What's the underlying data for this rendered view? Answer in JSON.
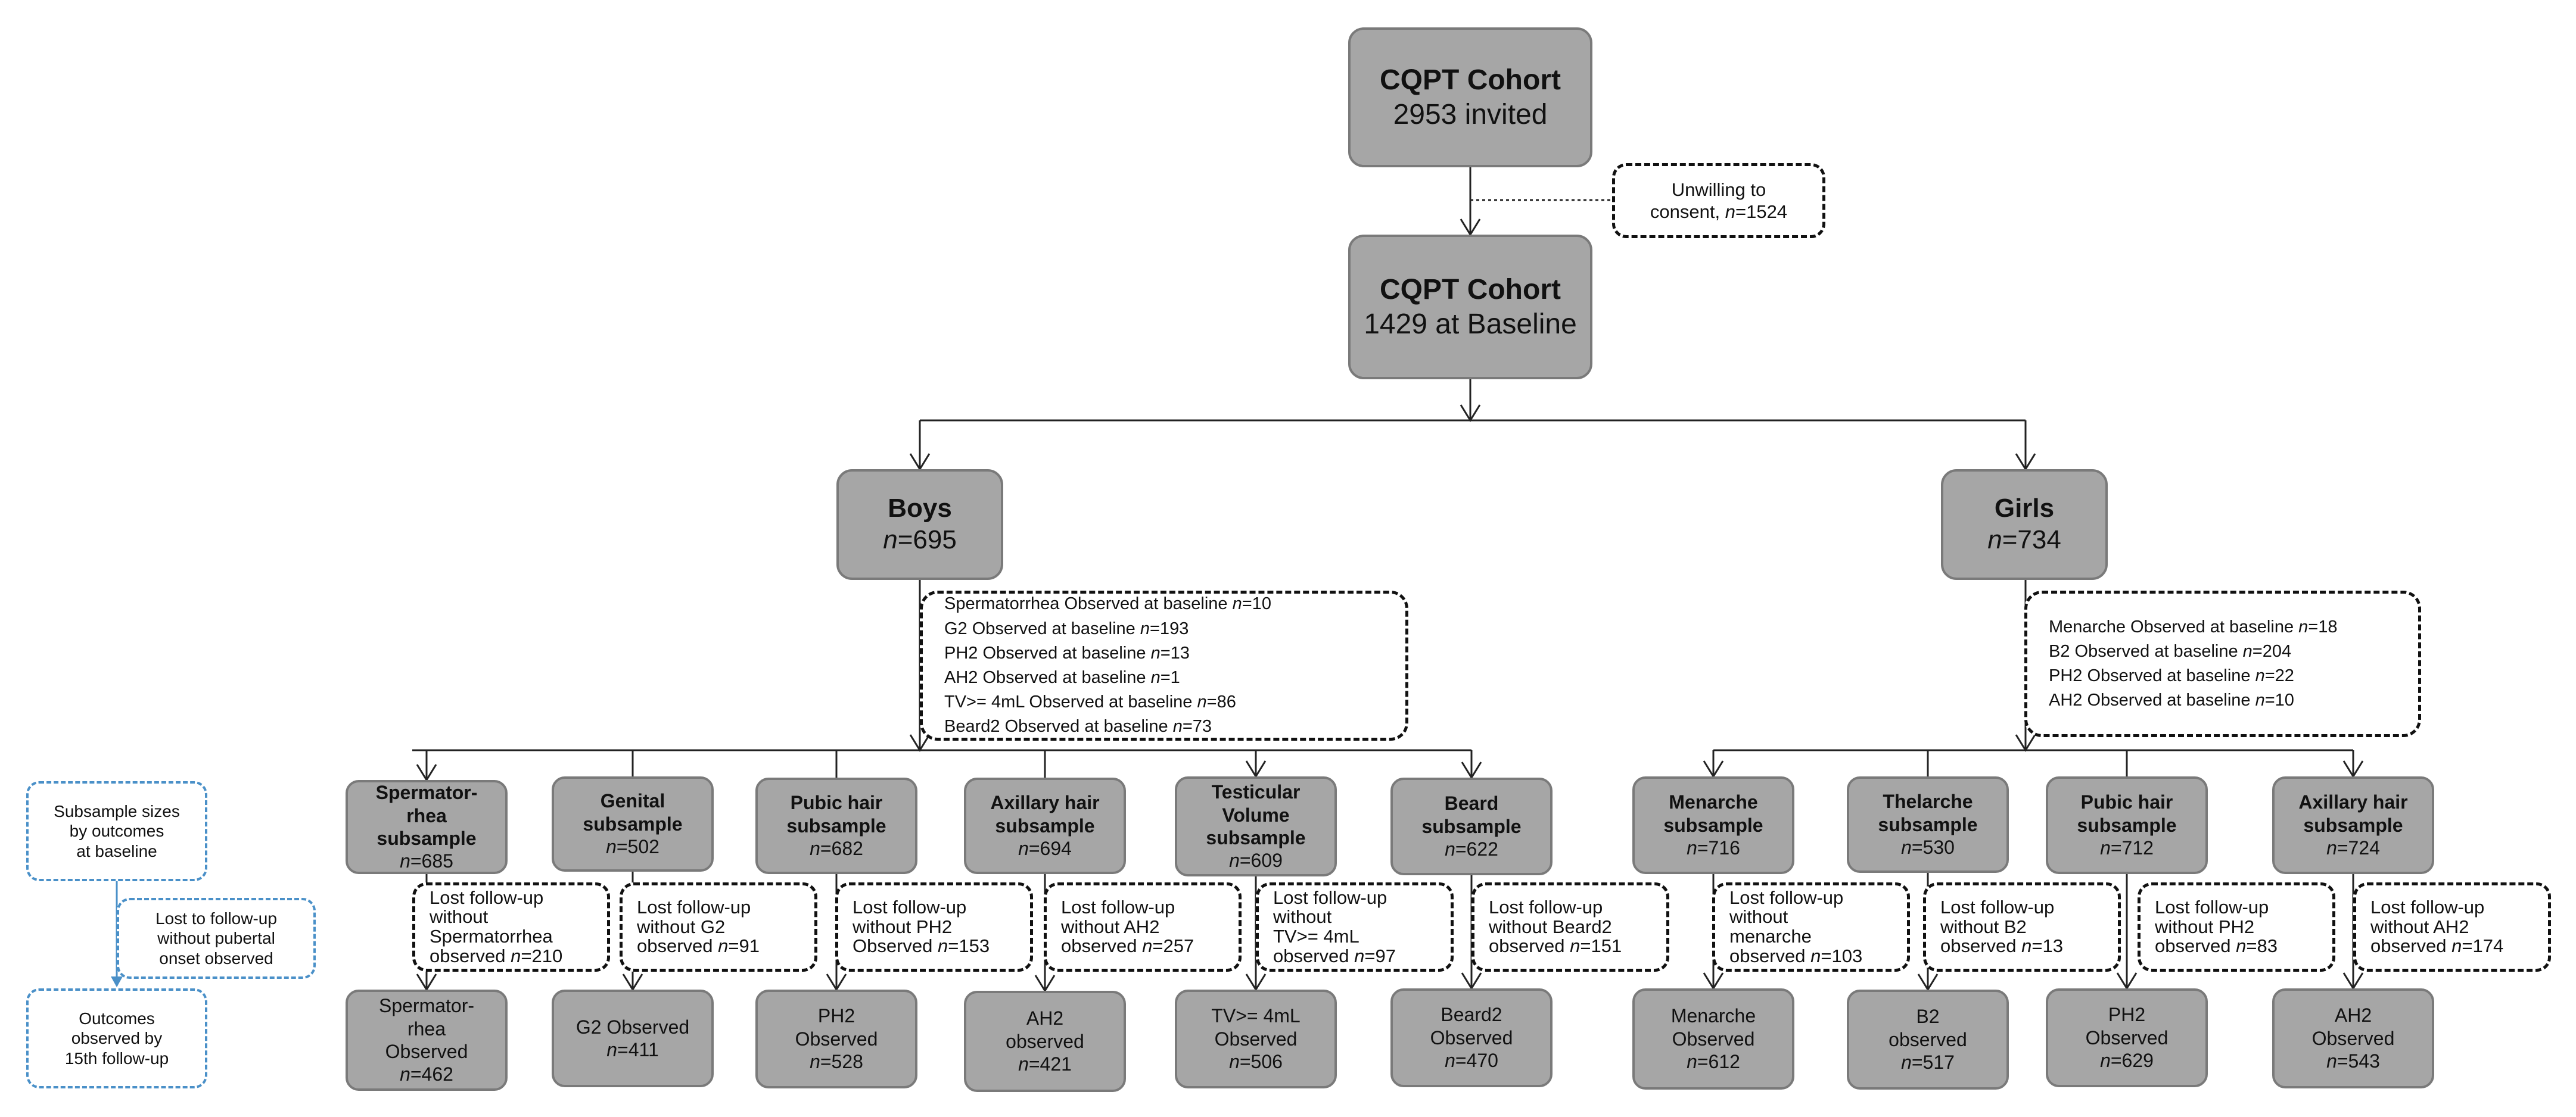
{
  "top_node": {
    "title": "CQPT Cohort",
    "subtitle": "2953 invited"
  },
  "unwilling": {
    "text": "Unwilling to\nconsent, ",
    "n_label": "n",
    "n_value": "=1524"
  },
  "baseline_node": {
    "title": "CQPT Cohort",
    "subtitle": "1429 at Baseline"
  },
  "boys": {
    "title": "Boys",
    "n_label": "n",
    "n_value": "=695"
  },
  "girls": {
    "title": "Girls",
    "n_label": "n",
    "n_value": "=734"
  },
  "boys_baseline": [
    {
      "text": "Spermatorrhea Observed at baseline ",
      "n_label": "n",
      "n_value": "=10"
    },
    {
      "text": "G2 Observed at baseline ",
      "n_label": "n",
      "n_value": "=193"
    },
    {
      "text": "PH2 Observed at baseline ",
      "n_label": "n",
      "n_value": "=13"
    },
    {
      "text": "AH2 Observed at baseline ",
      "n_label": "n",
      "n_value": "=1"
    },
    {
      "text": "TV>= 4mL Observed at baseline ",
      "n_label": "n",
      "n_value": "=86"
    },
    {
      "text": "Beard2 Observed at baseline ",
      "n_label": "n",
      "n_value": "=73"
    }
  ],
  "girls_baseline": [
    {
      "text": "Menarche Observed at baseline ",
      "n_label": "n",
      "n_value": "=18"
    },
    {
      "text": "B2 Observed at baseline ",
      "n_label": "n",
      "n_value": "=204"
    },
    {
      "text": "PH2 Observed at baseline ",
      "n_label": "n",
      "n_value": "=22"
    },
    {
      "text": "AH2 Observed at baseline ",
      "n_label": "n",
      "n_value": "=10"
    }
  ],
  "subsamples": [
    {
      "title": "Spermator-\nrhea\nsubsample",
      "n_label": "n",
      "n_value": "=685",
      "lost": "Lost follow-up\nwithout\nSpermatorrhea\nobserved  ",
      "lost_n_label": "n",
      "lost_n_value": "=210",
      "observed": "Spermator-\nrhea\nObserved",
      "obs_n_label": "n",
      "obs_n_value": "=462"
    },
    {
      "title": "Genital\nsubsample",
      "n_label": "n",
      "n_value": "=502",
      "lost": "Lost follow-up\nwithout G2\nobserved ",
      "lost_n_label": "n",
      "lost_n_value": "=91",
      "observed": "G2 Observed",
      "obs_n_label": "n",
      "obs_n_value": "=411"
    },
    {
      "title": "Pubic hair\nsubsample",
      "n_label": "n",
      "n_value": "=682",
      "lost": "Lost follow-up\nwithout PH2\nObserved ",
      "lost_n_label": "n",
      "lost_n_value": "=153",
      "observed": "PH2\nObserved",
      "obs_n_label": "n",
      "obs_n_value": "=528"
    },
    {
      "title": "Axillary hair\nsubsample",
      "n_label": "n",
      "n_value": "=694",
      "lost": "Lost follow-up\nwithout AH2\nobserved ",
      "lost_n_label": "n",
      "lost_n_value": "=257",
      "observed": "AH2\nobserved",
      "obs_n_label": "n",
      "obs_n_value": "=421"
    },
    {
      "title": "Testicular\nVolume\nsubsample",
      "n_label": "n",
      "n_value": "=609",
      "lost": "Lost follow-up\nwithout\nTV>= 4mL\nobserved ",
      "lost_n_label": "n",
      "lost_n_value": "=97",
      "observed": "TV>= 4mL\nObserved",
      "obs_n_label": "n",
      "obs_n_value": "=506"
    },
    {
      "title": "Beard\nsubsample",
      "n_label": "n",
      "n_value": "=622",
      "lost": "Lost follow-up\nwithout Beard2\nobserved ",
      "lost_n_label": "n",
      "lost_n_value": "=151",
      "observed": "Beard2\nObserved",
      "obs_n_label": "n",
      "obs_n_value": "=470"
    },
    {
      "title": "Menarche\nsubsample",
      "n_label": "n",
      "n_value": "=716",
      "lost": "Lost follow-up\nwithout\nmenarche\nobserved ",
      "lost_n_label": "n",
      "lost_n_value": "=103",
      "observed": "Menarche\nObserved",
      "obs_n_label": "n",
      "obs_n_value": "=612"
    },
    {
      "title": "Thelarche\nsubsample",
      "n_label": "n",
      "n_value": "=530",
      "lost": "Lost follow-up\nwithout B2\nobserved ",
      "lost_n_label": "n",
      "lost_n_value": "=13",
      "observed": "B2\nobserved",
      "obs_n_label": "n",
      "obs_n_value": "=517"
    },
    {
      "title": "Pubic hair\nsubsample",
      "n_label": "n",
      "n_value": "=712",
      "lost": "Lost follow-up\nwithout PH2\nobserved ",
      "lost_n_label": "n",
      "lost_n_value": "=83",
      "observed": "PH2\nObserved",
      "obs_n_label": "n",
      "obs_n_value": "=629"
    },
    {
      "title": "Axillary hair\nsubsample",
      "n_label": "n",
      "n_value": "=724",
      "lost": "Lost follow-up\nwithout AH2\nobserved ",
      "lost_n_label": "n",
      "lost_n_value": "=174",
      "observed": "AH2\nObserved",
      "obs_n_label": "n",
      "obs_n_value": "=543"
    }
  ],
  "legend": {
    "subsample": "Subsample sizes\nby outcomes\nat baseline",
    "lost": "Lost to follow-up\nwithout pubertal\nonset observed",
    "outcomes": "Outcomes\nobserved by\n15th follow-up"
  },
  "colors": {
    "box_fill": "#a6a6a6",
    "box_border": "#7a7a7a",
    "legend_border": "#4a90c8",
    "line": "#222222"
  }
}
